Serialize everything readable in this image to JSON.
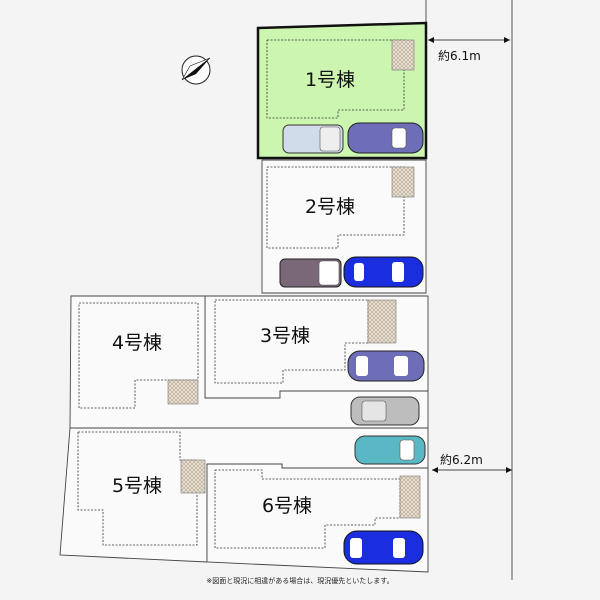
{
  "lots": [
    {
      "label": "1号棟",
      "highlighted": true
    },
    {
      "label": "2号棟"
    },
    {
      "label": "3号棟"
    },
    {
      "label": "4号棟"
    },
    {
      "label": "5号棟"
    },
    {
      "label": "6号棟"
    }
  ],
  "dimensions": {
    "top": "約6.1m",
    "bottom": "約6.2m"
  },
  "footnote": "※図面と現況に相違がある場合は、現況優先といたします。",
  "colors": {
    "highlight": "#ccf5b0",
    "hatch": "#d9cbb8",
    "car_blue": "#1a2ee0",
    "car_purple": "#6e6db8",
    "car_mauve": "#7a6878",
    "car_teal": "#5ab8c4",
    "car_silver": "#bdbdbd",
    "car_lightblue": "#d0dcea"
  }
}
